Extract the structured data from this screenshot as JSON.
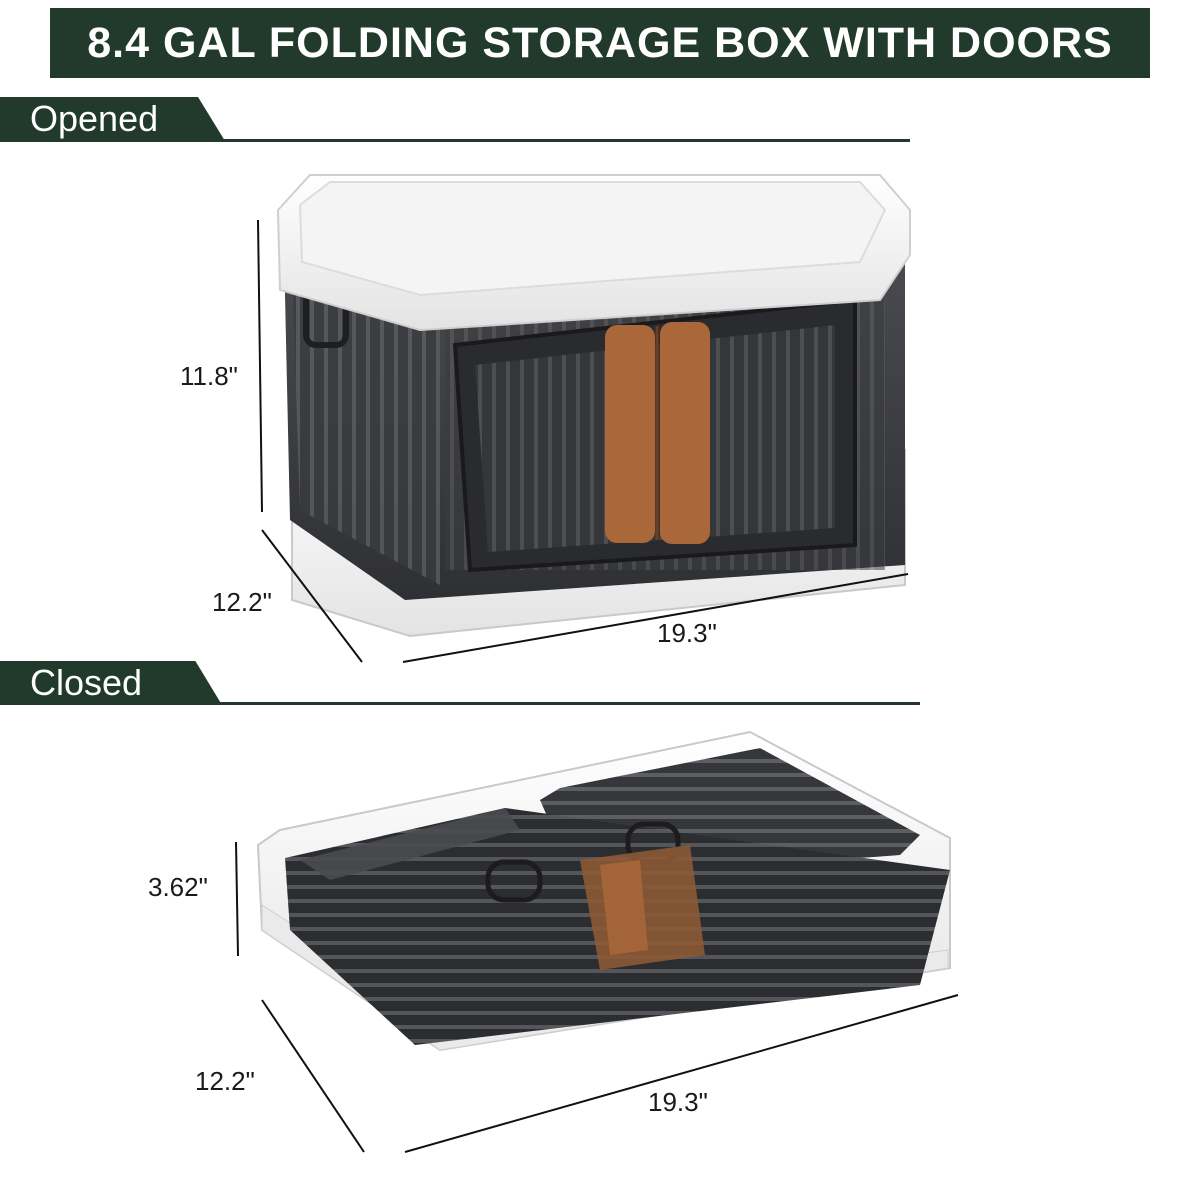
{
  "title": "8.4 GAL FOLDING STORAGE BOX WITH DOORS",
  "sections": {
    "opened": {
      "label": "Opened",
      "height": "11.8\"",
      "depth": "12.2\"",
      "width": "19.3\""
    },
    "closed": {
      "label": "Closed",
      "height": "3.62\"",
      "depth": "12.2\"",
      "width": "19.3\""
    }
  },
  "colors": {
    "brand_green": "#213a2c",
    "box_gray": "#3b3c3f",
    "door_handle": "#a9673a"
  }
}
